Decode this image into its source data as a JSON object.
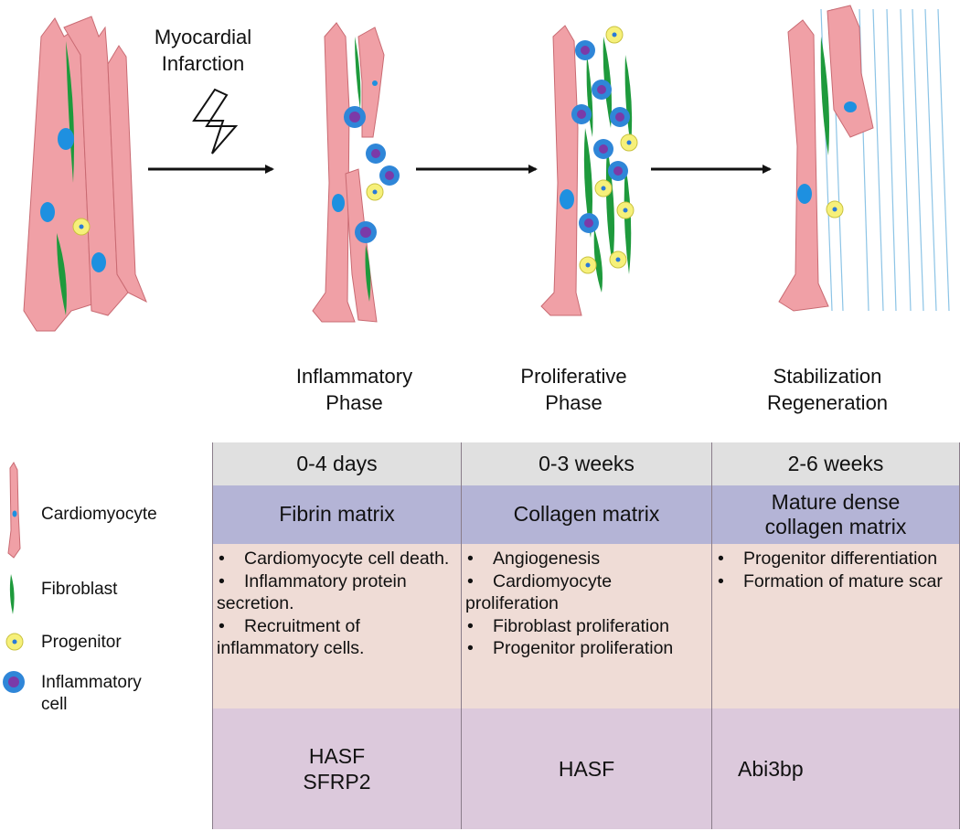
{
  "event_label": "Myocardial Infarction",
  "phases": [
    {
      "title": "Inflammatory Phase",
      "duration": "0-4 days",
      "matrix": "Fibrin matrix",
      "events": [
        "Cardiomyocyte cell death.",
        "Inflammatory protein secretion.",
        "Recruitment of inflammatory cells."
      ],
      "factors": "HASF\nSFRP2"
    },
    {
      "title": "Proliferative Phase",
      "duration": "0-3 weeks",
      "matrix": "Collagen matrix",
      "events": [
        "Angiogenesis",
        "Cardiomyocyte proliferation",
        "Fibroblast proliferation",
        "Progenitor proliferation"
      ],
      "factors": "HASF"
    },
    {
      "title": "Stabilization Regeneration",
      "duration": "2-6 weeks",
      "matrix": "Mature dense collagen matrix",
      "events": [
        "Progenitor differentiation",
        "Formation of mature scar"
      ],
      "factors": "Abi3bp"
    }
  ],
  "legend": [
    "Cardiomyocyte",
    "Fibroblast",
    "Progenitor",
    "Inflammatory cell"
  ],
  "colors": {
    "cardiomyocyte": "#f0a0a6",
    "fibroblast": "#1e9a3c",
    "progenitor": "#f6f07a",
    "inflammatory": "#2f86d8",
    "nucleus": "#1e90e0",
    "duration_row": "#e0e0e0",
    "matrix_row": "#b4b4d6",
    "events_row": "#efdcd6",
    "factors_row": "#dcc9dc"
  }
}
